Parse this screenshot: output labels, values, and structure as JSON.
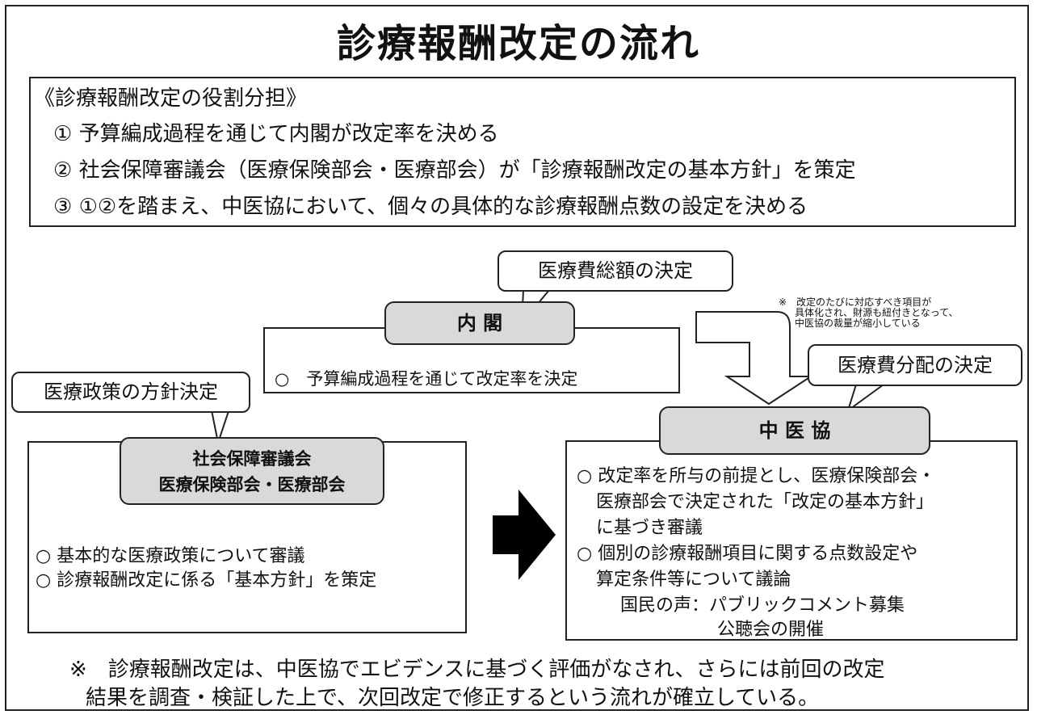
{
  "title": "診療報酬改定の流れ",
  "roles": {
    "heading": "《診療報酬改定の役割分担》",
    "items": [
      "① 予算編成過程を通じて内閣が改定率を決める",
      "② 社会保障審議会（医療保険部会・医療部会）が「診療報酬改定の基本方針」を策定",
      "③ ①②を踏まえ、中医協において、個々の具体的な診療報酬点数の設定を決める"
    ]
  },
  "cabinet": {
    "callout": "医療費総額の決定",
    "name": "内 閣",
    "item": "○　予算編成過程を通じて改定率を決定"
  },
  "note": {
    "lines": [
      "※　改定のたびに対応すべき項目が",
      "具体化され、財源も紐付きとなって、",
      "中医協の裁量が縮小している"
    ]
  },
  "council": {
    "callout": "医療政策の方針決定",
    "name_line1": "社会保障審議会",
    "name_line2": "医療保険部会・医療部会",
    "items": [
      "○ 基本的な医療政策について審議",
      "○ 診療報酬改定に係る「基本方針」を策定"
    ]
  },
  "chuikyo": {
    "callout": "医療費分配の決定",
    "name": "中 医 協",
    "lines": [
      "○ 改定率を所与の前提とし、医療保険部会・",
      "医療部会で決定された「改定の基本方針」",
      "に基づき審議",
      "○ 個別の診療報酬項目に関する点数設定や",
      "算定条件等について議論"
    ],
    "voice_line1": "国民の声：パブリックコメント募集",
    "voice_line2": "公聴会の開催"
  },
  "footer": {
    "line1": "※　診療報酬改定は、中医協でエビデンスに基づく評価がなされ、さらには前回の改定",
    "line2": "結果を調査・検証した上で、次回改定で修正するという流れが確立している。"
  }
}
